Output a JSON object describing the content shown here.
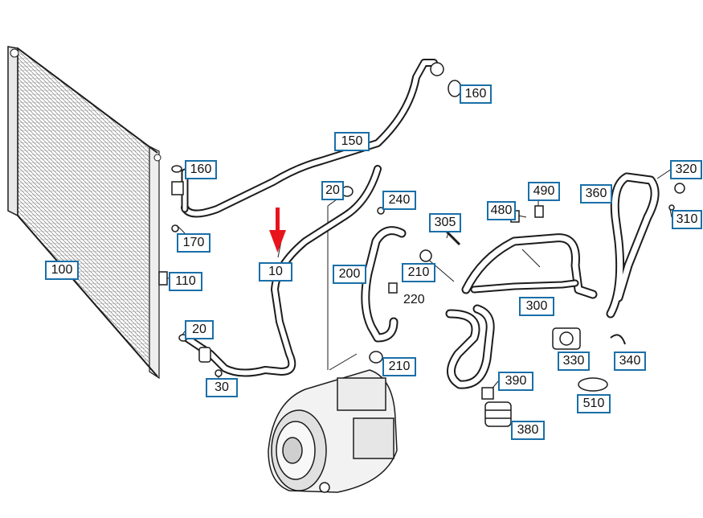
{
  "callouts": {
    "c10": "10",
    "c20a": "20",
    "c20b": "20",
    "c30": "30",
    "c100": "100",
    "c110": "110",
    "c150": "150",
    "c160a": "160",
    "c160b": "160",
    "c170": "170",
    "c200": "200",
    "c210a": "210",
    "c210b": "210",
    "c220": "220",
    "c240": "240",
    "c300": "300",
    "c305": "305",
    "c310": "310",
    "c320": "320",
    "c330": "330",
    "c340": "340",
    "c360": "360",
    "c380": "380",
    "c390": "390",
    "c480": "480",
    "c490": "490",
    "c510": "510"
  },
  "highlight": {
    "arrow_color": "#e8141c",
    "target_part": "10"
  },
  "colors": {
    "callout_border": "#1a6fa8",
    "line_art": "#1c1c1c"
  }
}
